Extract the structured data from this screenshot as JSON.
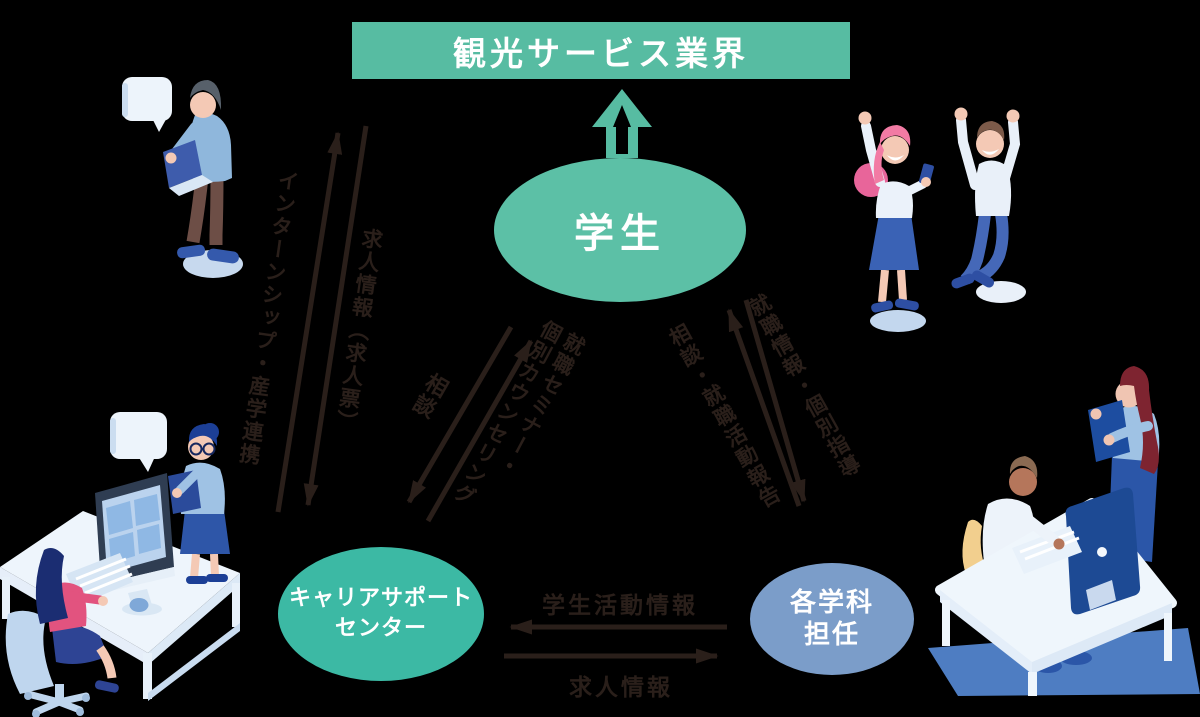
{
  "banner": {
    "label": "観光サービス業界",
    "bg_color": "#57BCA2"
  },
  "nodes": {
    "students": {
      "label": "学生",
      "bg_color": "#5CC0A6"
    },
    "career_center": {
      "line1": "キャリアサポート",
      "line2": "センター",
      "bg_color": "#3CB9A4"
    },
    "dept_homeroom": {
      "line1": "各学科",
      "line2": "担任",
      "bg_color": "#7B9DC9"
    }
  },
  "arrows": {
    "students_to_industry": {
      "style": "green-block-arrow",
      "direction": "up"
    },
    "internship": {
      "label": "インターンシップ・産学連携",
      "direction": "up"
    },
    "job_posting": {
      "label": "求人情報（求人票）",
      "direction": "down"
    },
    "consult_career": {
      "label": "相談",
      "direction": "down-left"
    },
    "counseling": {
      "label": "就職セミナー・\n個別カウンセリング",
      "direction": "up-right"
    },
    "consult_report": {
      "label": "相談・就職活動報告",
      "direction": "up-left"
    },
    "job_guidance": {
      "label": "就職情報・個別指導",
      "direction": "down-right"
    },
    "student_activity": {
      "label": "学生活動情報",
      "direction": "left"
    },
    "job_info": {
      "label": "求人情報",
      "direction": "right"
    }
  },
  "colors": {
    "background": "#000000",
    "arrow_dark": "#2A1F1A",
    "green": "#57BCA2",
    "teal": "#3CB9A4",
    "slate_blue": "#7B9DC9"
  },
  "illustrations": {
    "top_left": "standing man reading laptop with speech bubble",
    "top_right": "two people celebrating, woman with phone and jumping man",
    "bottom_left": "woman working at desktop computer with standing advisor and speech bubble",
    "bottom_right": "man typing at desk with monitor and standing woman with clipboard"
  }
}
